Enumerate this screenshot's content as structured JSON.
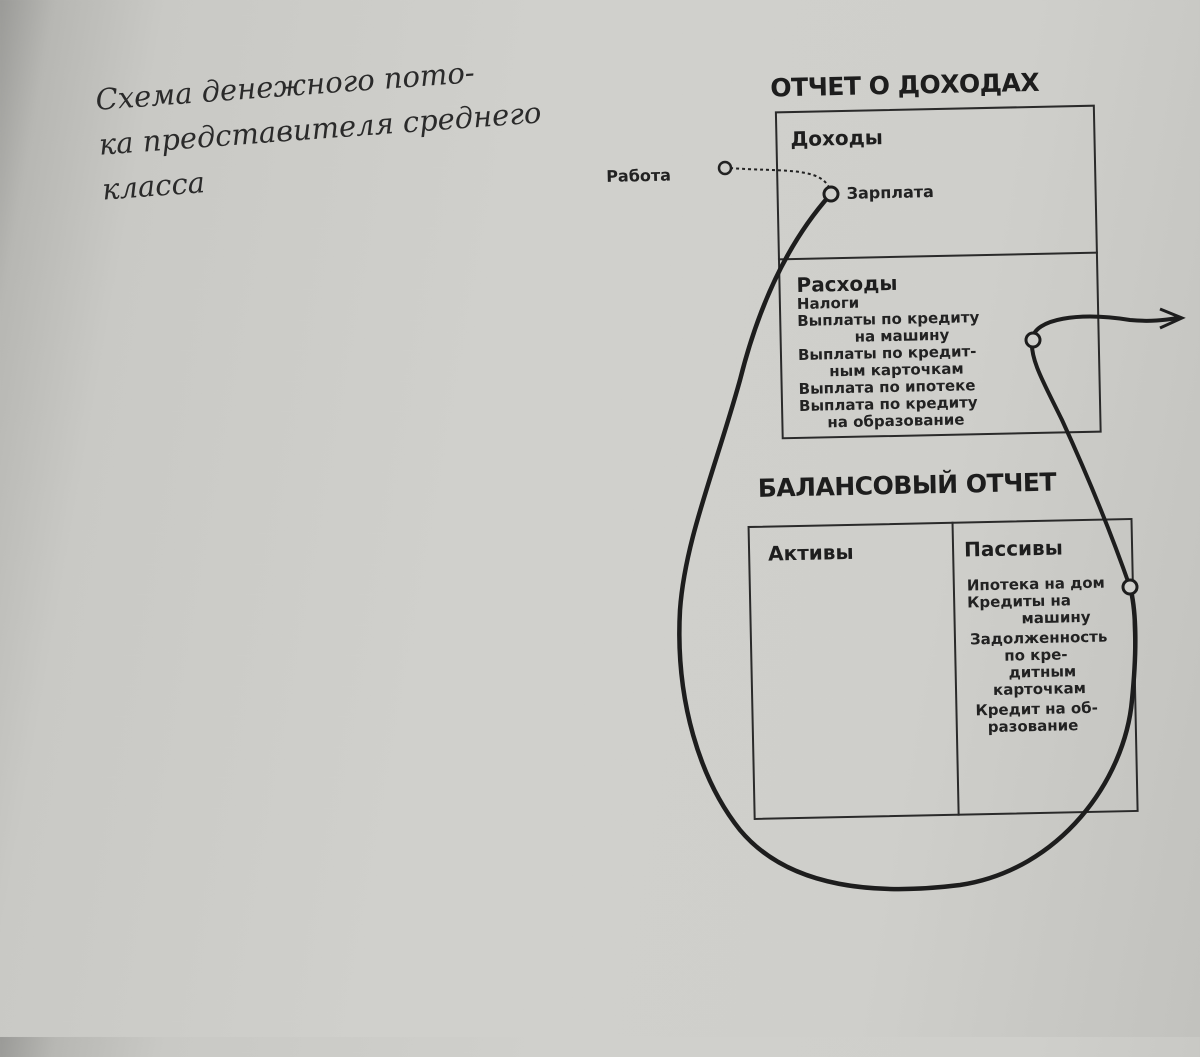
{
  "caption": {
    "line1": "Схема денежного пото-",
    "line2": "ка представителя среднего",
    "line3": "класса"
  },
  "income_statement": {
    "heading": "ОТЧЕТ О ДОХОДАХ",
    "income_title": "Доходы",
    "salary": "Зарплата",
    "work": "Работа",
    "expenses_title": "Расходы",
    "expenses": [
      "Налоги",
      "Выплаты по кредиту",
      "на машину",
      "Выплаты по кредит-",
      "ным карточкам",
      "Выплата по ипотеке",
      "Выплата по кредиту",
      "на образование"
    ]
  },
  "balance_sheet": {
    "heading": "БАЛАНСОВЫЙ ОТЧЕТ",
    "assets_title": "Активы",
    "liabilities_title": "Пассивы",
    "liabilities": [
      "Ипотека на дом",
      "Кредиты на",
      "машину",
      "Задолженность",
      "по кре-",
      "дитным",
      "карточкам",
      "Кредит на об-",
      "разование"
    ]
  }
}
